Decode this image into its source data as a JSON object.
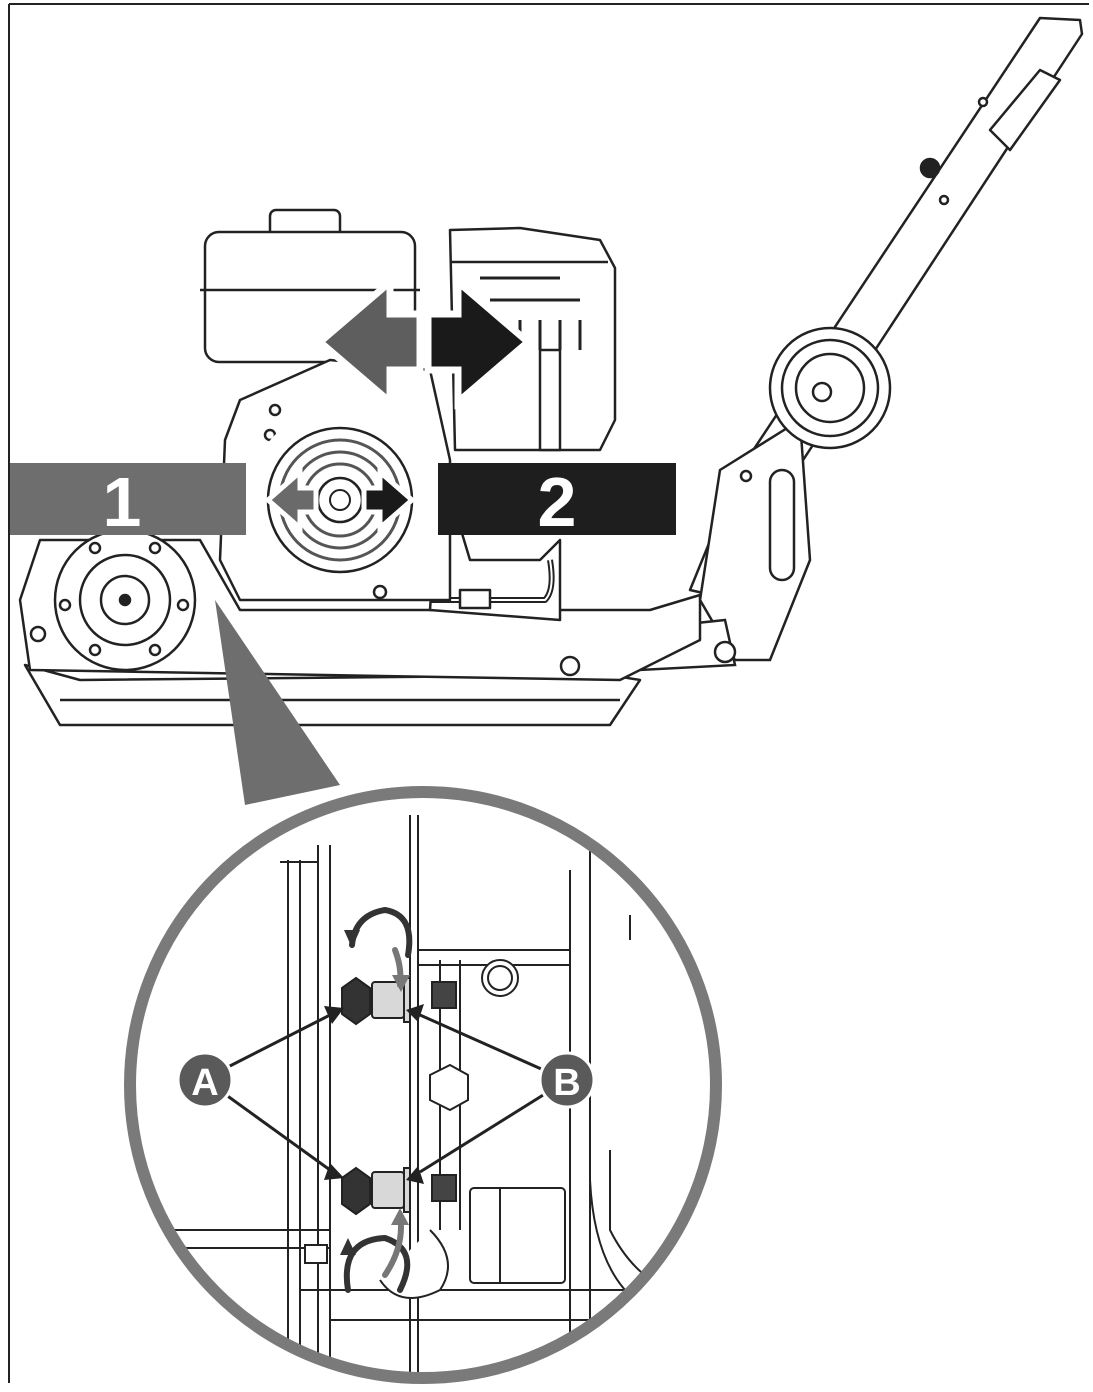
{
  "diagram": {
    "direction_labels": {
      "left": "1",
      "right": "2"
    },
    "callouts": {
      "a": "A",
      "b": "B"
    },
    "colors": {
      "label_1_bg": "#6e6e6e",
      "label_2_bg": "#1e1e1e",
      "arrow_left": "#5e5e5e",
      "arrow_right": "#1a1a1a",
      "magnifier_ring": "#7a7a7a",
      "callout_circle": "#5a5a5a",
      "line_art": "#222222"
    },
    "icons": [
      "double-arrow-icon",
      "rotation-arrow-icon"
    ]
  }
}
